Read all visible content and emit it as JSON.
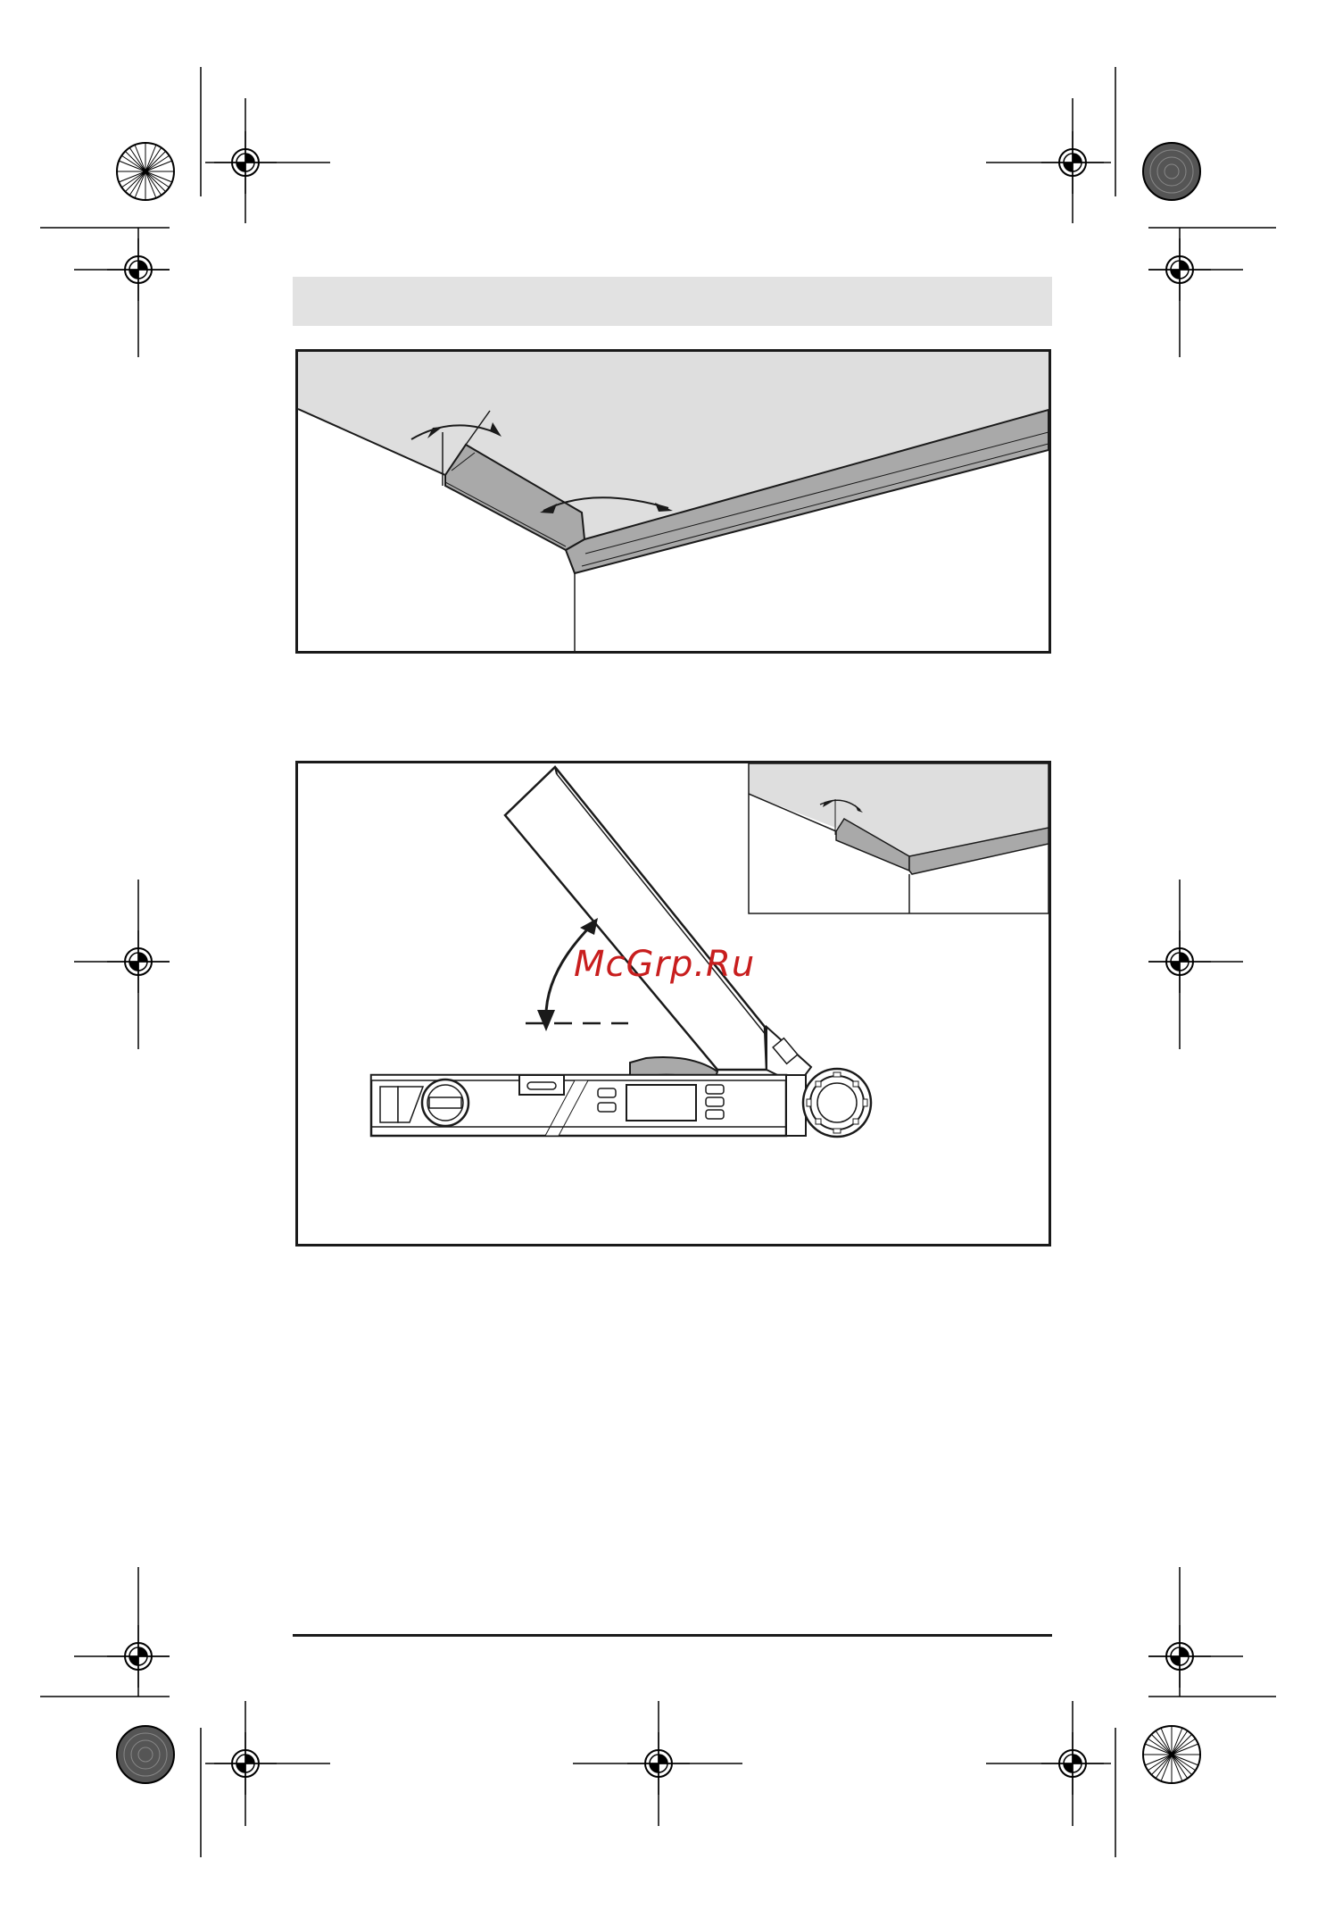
{
  "page": {
    "header_band_color": "#e2e2e2",
    "ceiling_color": "#dedede",
    "molding_color": "#a9a9a9",
    "ink_color": "#1a1a1a"
  },
  "watermark": {
    "text": "McGrp.Ru",
    "color": "#c81e1e"
  },
  "figures": [
    {
      "name": "crown-molding-corner-illustration",
      "icon": "ceiling-molding-angle-icon"
    },
    {
      "name": "digital-angle-finder-illustration",
      "icon": "angle-finder-tool-icon"
    }
  ],
  "registration_marks": {
    "icon": "registration-crosshair-icon",
    "color_bars": [
      "starburst-target-icon",
      "grey-target-icon"
    ]
  },
  "bottom_strip": {
    "text": ""
  }
}
